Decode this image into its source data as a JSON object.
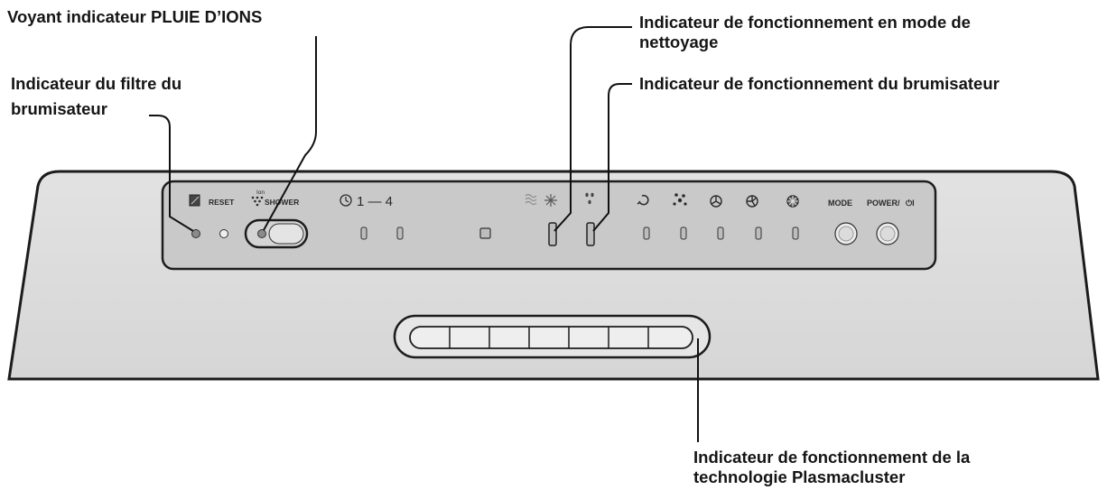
{
  "callouts": {
    "ion_shower": "Voyant indicateur PLUIE D’IONS",
    "mist_filter": [
      "Indicateur du filtre du",
      "brumisateur"
    ],
    "cleaning": [
      "Indicateur de fonctionnement en mode de",
      "nettoyage"
    ],
    "humidifier": "Indicateur de fonctionnement du brumisateur",
    "plasmacluster": [
      "Indicateur de fonctionnement de la",
      "technologie Plasmacluster"
    ]
  },
  "panel": {
    "reset": "RESET",
    "ion_small": "Ion",
    "shower": "SHOWER",
    "timer_range": "1 — 4",
    "mode": "MODE",
    "power": "POWER/",
    "power_symbol": "⏻I"
  },
  "icons": [
    "filter-icon",
    "ion-drops-icon",
    "clock-icon",
    "wave-mist-icon",
    "snowflake-clean-icon",
    "water-drops-icon",
    "swirl-auto-icon",
    "sparkle-icon",
    "fan-low-icon",
    "fan-medium-icon",
    "fan-high-icon"
  ],
  "colors": {
    "panel_body": "#dcdcdc",
    "display": "#c8c8c8",
    "outline": "#222222",
    "led": "#8a8a8a"
  }
}
